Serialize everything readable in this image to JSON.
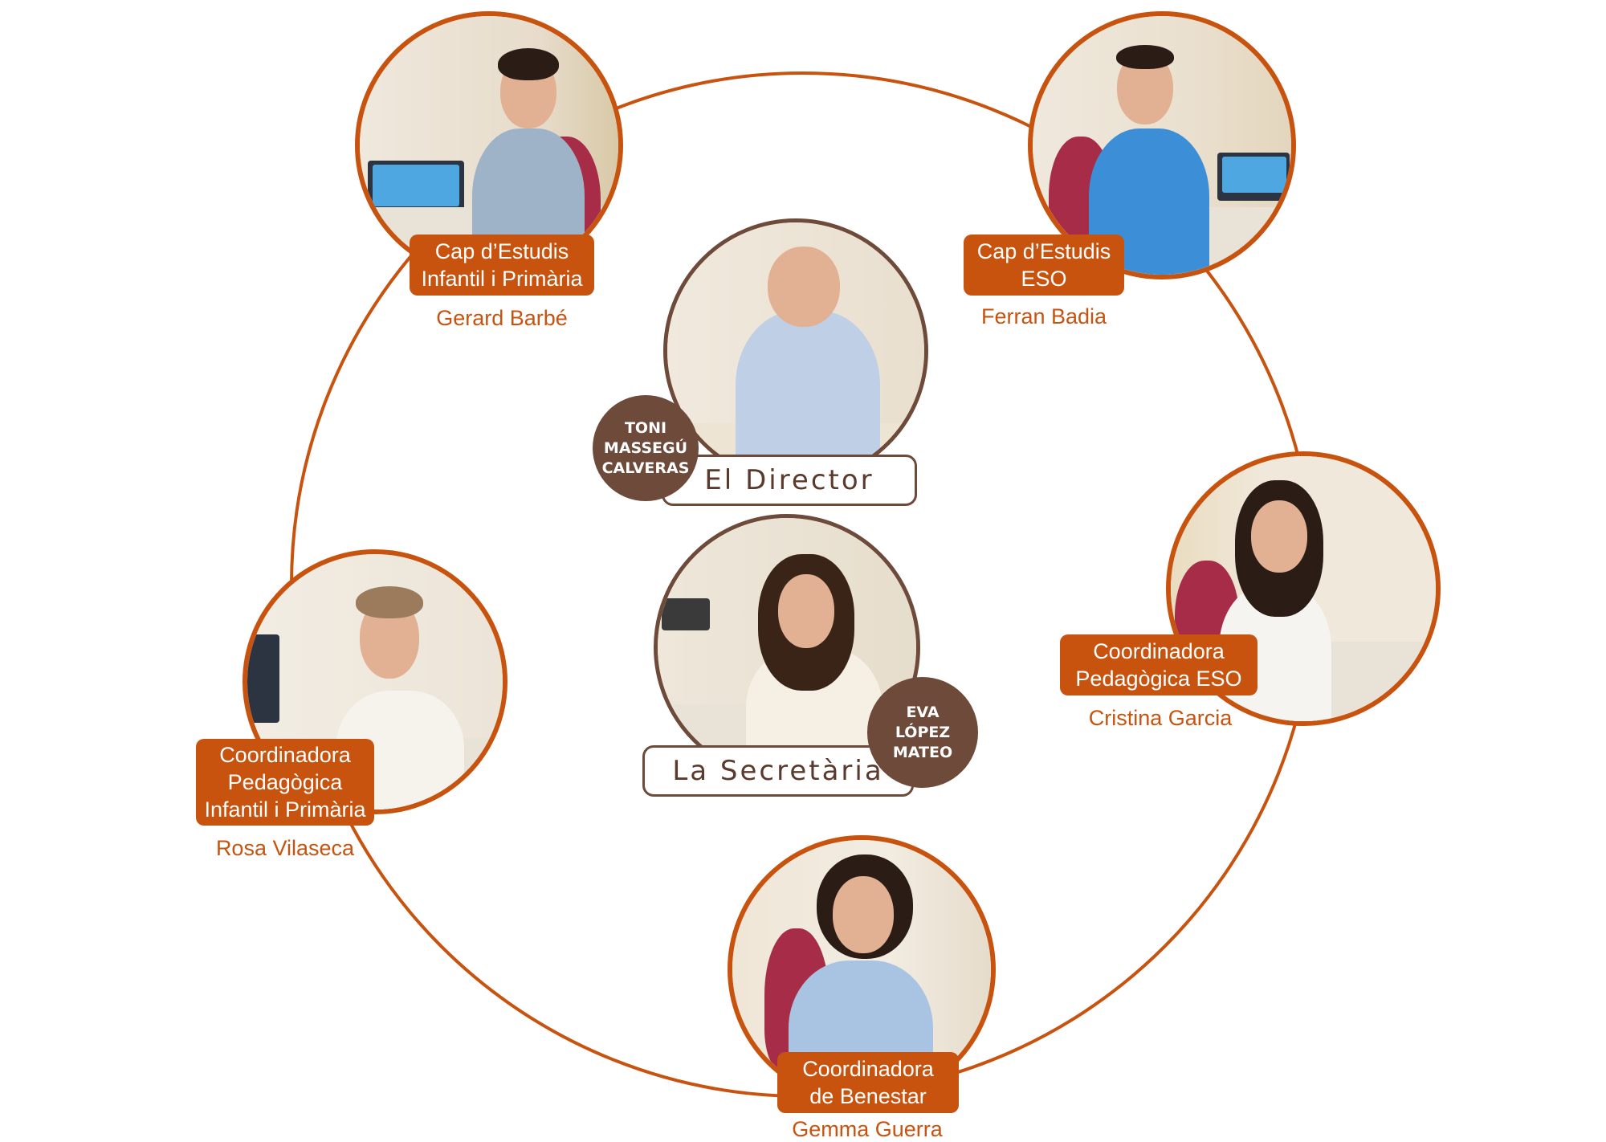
{
  "colors": {
    "accent": "#c8530f",
    "brown": "#6e4a3a",
    "background": "#ffffff"
  },
  "leaders": {
    "director": {
      "title": "El Director",
      "name": "TONI\nMASSEGÚ\nCALVERAS"
    },
    "secretary": {
      "title": "La Secretària",
      "name": "EVA\nLÓPEZ\nMATEO"
    }
  },
  "team": [
    {
      "role": "Cap d’Estudis\nInfantil i Primària",
      "name": "Gerard Barbé"
    },
    {
      "role": "Cap d’Estudis\nESO",
      "name": "Ferran Badia"
    },
    {
      "role": "Coordinadora\nPedagògica ESO",
      "name": "Cristina Garcia"
    },
    {
      "role": "Coordinadora\nde Benestar",
      "name": "Gemma Guerra"
    },
    {
      "role": "Coordinadora\nPedagògica\nInfantil i Primària",
      "name": "Rosa Vilaseca"
    }
  ]
}
